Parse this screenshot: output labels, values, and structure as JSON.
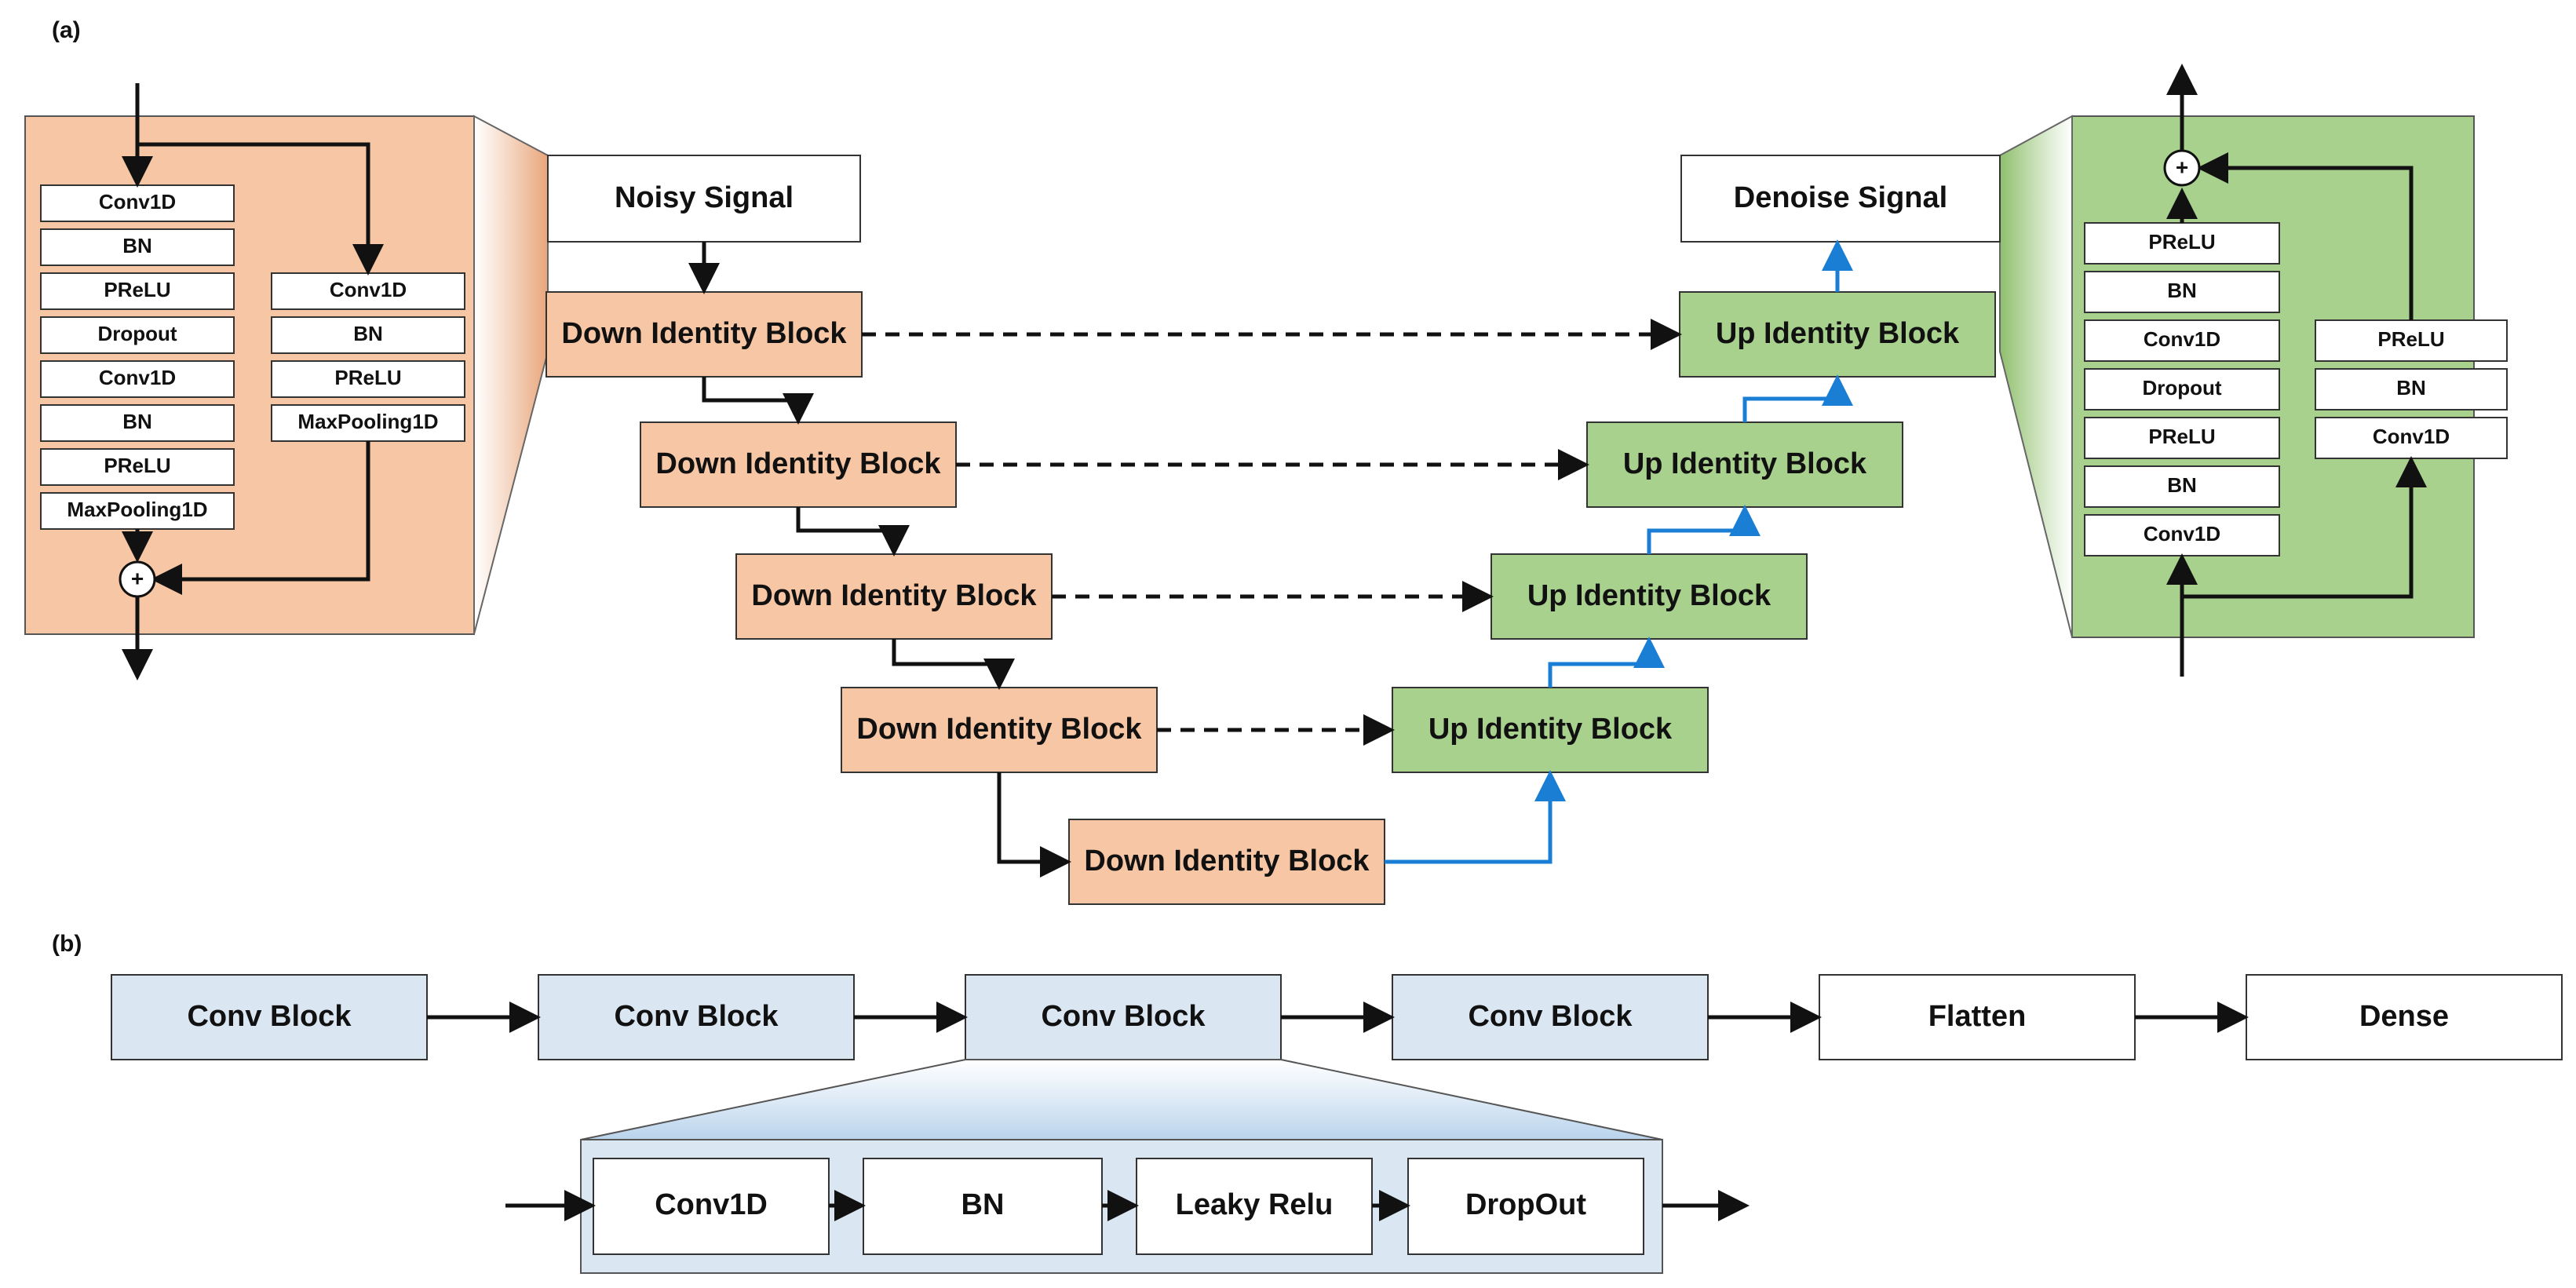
{
  "panel_a": {
    "label": "(a)",
    "noisy_signal": "Noisy Signal",
    "denoise_signal": "Denoise Signal",
    "down_blocks": [
      "Down Identity Block",
      "Down Identity Block",
      "Down Identity Block",
      "Down Identity Block",
      "Down Identity Block"
    ],
    "up_blocks": [
      "Up Identity Block",
      "Up Identity Block",
      "Up Identity Block",
      "Up Identity Block"
    ],
    "down_detail": {
      "main_path": [
        "Conv1D",
        "BN",
        "PReLU",
        "Dropout",
        "Conv1D",
        "BN",
        "PReLU",
        "MaxPooling1D"
      ],
      "shortcut_path": [
        "Conv1D",
        "BN",
        "PReLU",
        "MaxPooling1D"
      ],
      "add_symbol": "+"
    },
    "up_detail": {
      "main_path": [
        "PReLU",
        "BN",
        "Conv1D",
        "Dropout",
        "PReLU",
        "BN",
        "Conv1D"
      ],
      "shortcut_path": [
        "PReLU",
        "BN",
        "Conv1D"
      ],
      "add_symbol": "+"
    }
  },
  "panel_b": {
    "label": "(b)",
    "pipeline": [
      "Conv Block",
      "Conv Block",
      "Conv Block",
      "Conv Block",
      "Flatten",
      "Dense"
    ],
    "conv_detail": [
      "Conv1D",
      "BN",
      "Leaky Relu",
      "DropOut"
    ]
  },
  "colors": {
    "down_fill": "#f7c6a5",
    "up_fill": "#a9d18e",
    "conv_fill": "#dae6f2",
    "skip_arrow": "#1a7fd4",
    "edge": "#222222"
  }
}
